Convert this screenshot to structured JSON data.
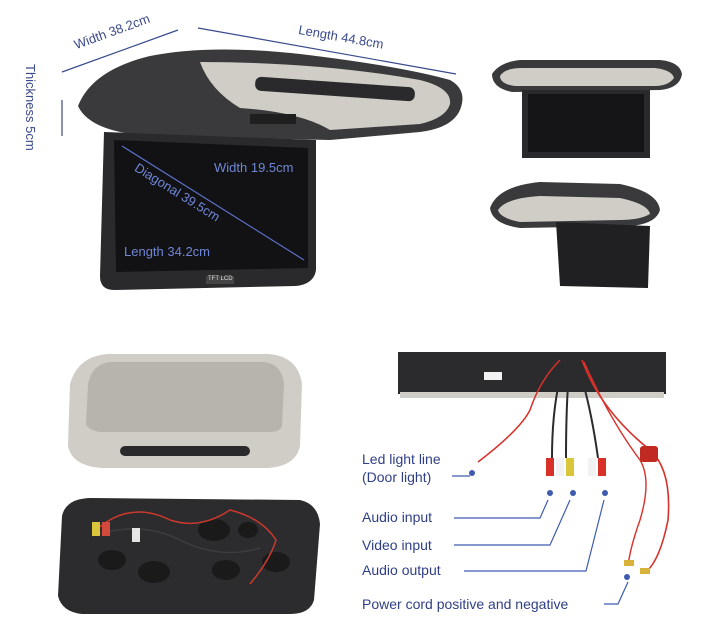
{
  "dimensions": {
    "width_total": "Width 38.2cm",
    "length_total": "Length 44.8cm",
    "thickness": "Thickness 5cm",
    "screen_width": "Width 19.5cm",
    "screen_diagonal": "Diagonal 39.5cm",
    "screen_length": "Length 34.2cm"
  },
  "brand_badge": "TFT LCD",
  "connections": {
    "led_line_1": "Led light line",
    "led_line_2": "(Door light)",
    "audio_input": "Audio input",
    "video_input": "Video input",
    "audio_output": "Audio output",
    "power_cord": "Power cord positive and negative"
  },
  "colors": {
    "label_blue": "#2f3f86",
    "housing_gray": "#c8c6bf",
    "screen_black": "#1a1a1c",
    "wire_red": "#d8312a"
  }
}
